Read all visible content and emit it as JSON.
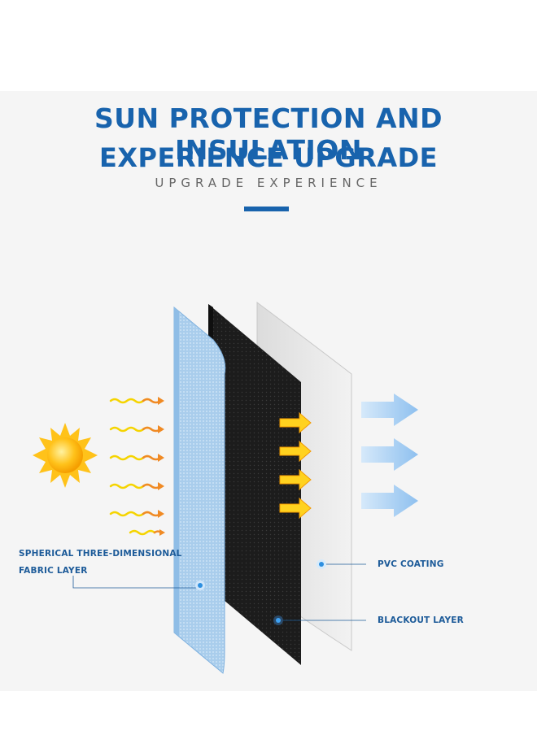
{
  "header": {
    "title_line1": "SUN PROTECTION AND INSULATION",
    "title_line2": "EXPERIENCE UPGRADE",
    "subtitle": "UPGRADE EXPERIENCE"
  },
  "labels": {
    "fabric_line1": "SPHERICAL THREE-DIMENSIONAL",
    "fabric_line2": "FABRIC LAYER",
    "pvc": "PVC COATING",
    "blackout": "BLACKOUT LAYER"
  },
  "colors": {
    "accent": "#1863ad",
    "label": "#1d5b99",
    "fabric": "#a9cdec",
    "blackout": "#1c1c1c",
    "pvc": "#e6e6e6",
    "sun": "#f7b500"
  },
  "icons": [
    "sun-icon",
    "heat-wave-arrow-icon",
    "yellow-arrow-icon",
    "cool-air-arrow-icon",
    "label-dot-icon"
  ]
}
